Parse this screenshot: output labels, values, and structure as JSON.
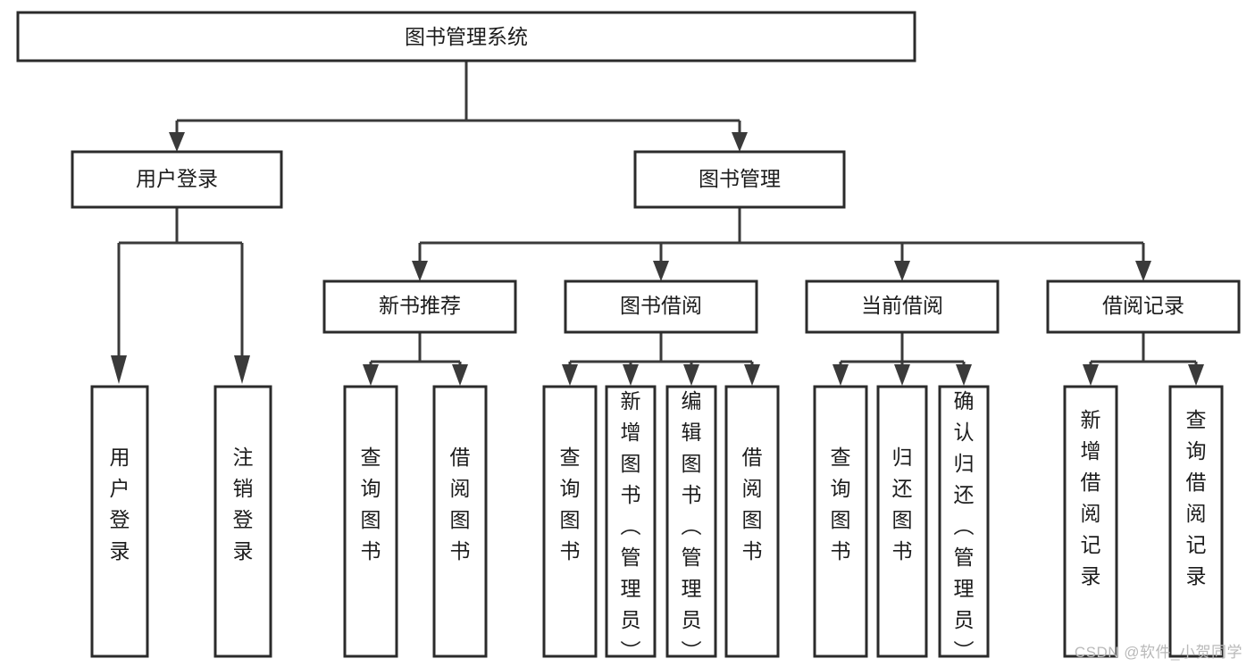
{
  "diagram": {
    "type": "tree",
    "title": "图书管理系统",
    "watermark": "CSDN @软件_小贺同学",
    "colors": {
      "box_stroke": "#2b2b2b",
      "connector": "#3a3a3a",
      "text": "#1c1c1c",
      "background": "#ffffff",
      "watermark": "#b9b9b9"
    },
    "levels": {
      "root": {
        "label": "图书管理系统"
      },
      "level2": [
        {
          "id": "user-login",
          "label": "用户登录"
        },
        {
          "id": "book-manage",
          "label": "图书管理"
        }
      ],
      "level3": [
        {
          "id": "new-book-rec",
          "label": "新书推荐",
          "parent": "book-manage"
        },
        {
          "id": "book-borrow",
          "label": "图书借阅",
          "parent": "book-manage"
        },
        {
          "id": "current-borrow",
          "label": "当前借阅",
          "parent": "book-manage"
        },
        {
          "id": "borrow-record",
          "label": "借阅记录",
          "parent": "book-manage"
        }
      ],
      "leaves": [
        {
          "id": "leaf-user-login",
          "label": "用户登录",
          "parent": "user-login"
        },
        {
          "id": "leaf-logout",
          "label": "注销登录",
          "parent": "user-login"
        },
        {
          "id": "leaf-query-book-1",
          "label": "查询图书",
          "parent": "new-book-rec"
        },
        {
          "id": "leaf-borrow-book-1",
          "label": "借阅图书",
          "parent": "new-book-rec"
        },
        {
          "id": "leaf-query-book-2",
          "label": "查询图书",
          "parent": "book-borrow"
        },
        {
          "id": "leaf-add-book",
          "label": "新增图书（管理员）",
          "parent": "book-borrow"
        },
        {
          "id": "leaf-edit-book",
          "label": "编辑图书（管理员）",
          "parent": "book-borrow"
        },
        {
          "id": "leaf-borrow-book-2",
          "label": "借阅图书",
          "parent": "book-borrow"
        },
        {
          "id": "leaf-query-book-3",
          "label": "查询图书",
          "parent": "current-borrow"
        },
        {
          "id": "leaf-return-book",
          "label": "归还图书",
          "parent": "current-borrow"
        },
        {
          "id": "leaf-confirm-return",
          "label": "确认归还（管理员）",
          "parent": "current-borrow"
        },
        {
          "id": "leaf-add-record",
          "label": "新增借阅记录",
          "parent": "borrow-record"
        },
        {
          "id": "leaf-query-record",
          "label": "查询借阅记录",
          "parent": "borrow-record"
        }
      ]
    }
  }
}
